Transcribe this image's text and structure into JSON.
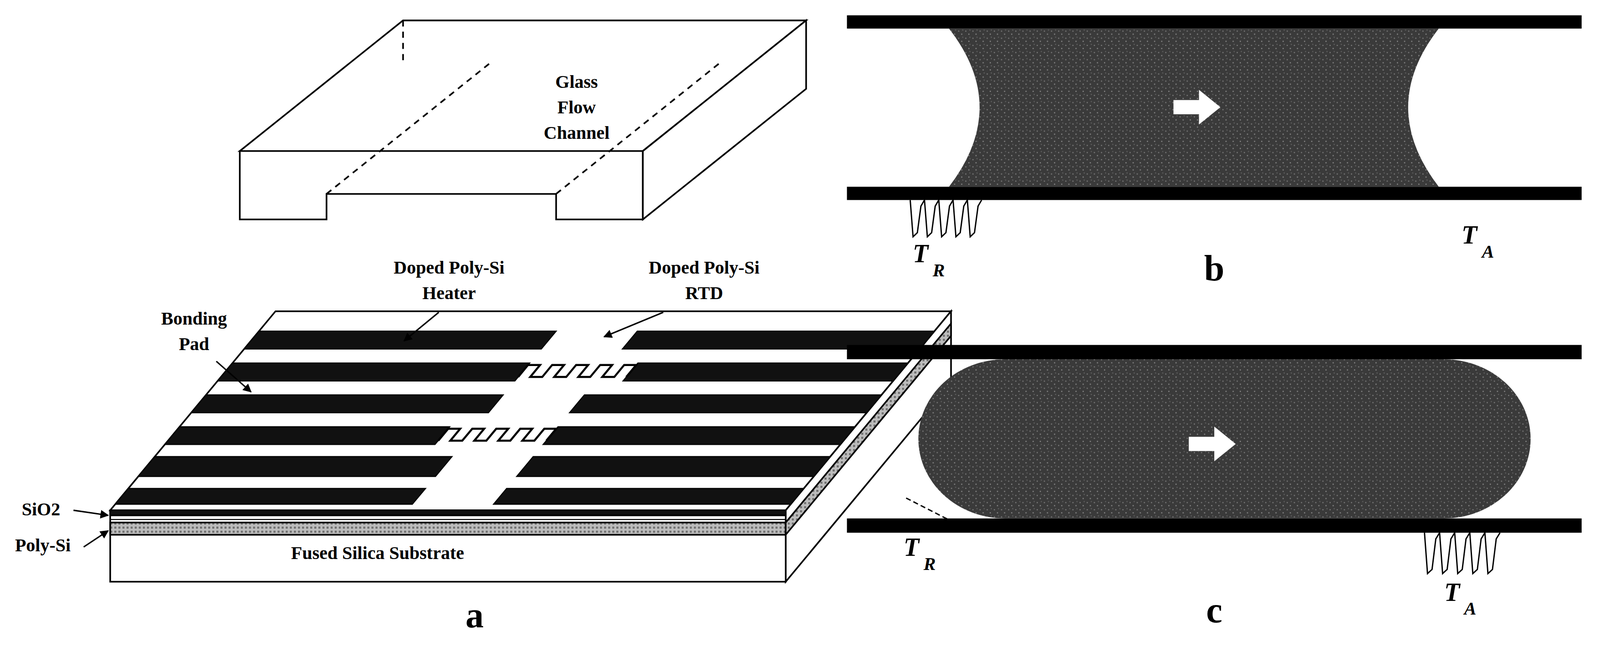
{
  "diagram": {
    "labels": [
      "Glass Flow Channel",
      "Doped Poly-Si Heater",
      "Doped Poly-Si RTD",
      "Bonding Pad",
      "SiO2",
      "Poly-Si",
      "Fused Silica Substrate",
      "a",
      "T",
      "R",
      "T",
      "A",
      "b",
      "T",
      "R",
      "T",
      "A",
      "c"
    ]
  }
}
